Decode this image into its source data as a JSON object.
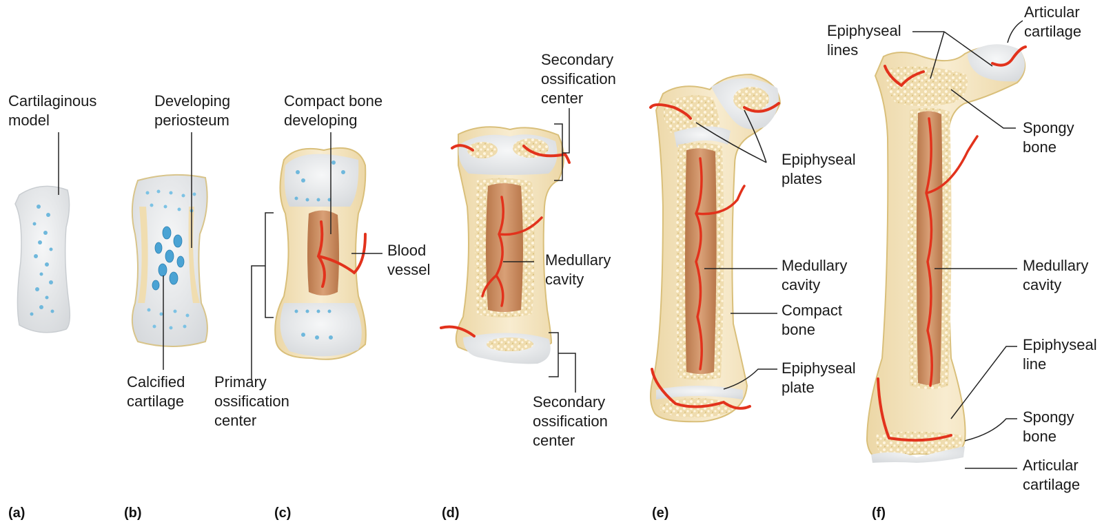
{
  "panels": {
    "a": {
      "letter": "(a)",
      "labels": {
        "cartilaginous_model": "Cartilaginous\nmodel"
      }
    },
    "b": {
      "letter": "(b)",
      "labels": {
        "developing_periosteum": "Developing\nperiosteum",
        "calcified_cartilage": "Calcified\ncartilage"
      }
    },
    "c": {
      "letter": "(c)",
      "labels": {
        "compact_bone_developing": "Compact bone\ndeveloping",
        "blood_vessel": "Blood\nvessel",
        "primary_ossification_center": "Primary\nossification\ncenter"
      }
    },
    "d": {
      "letter": "(d)",
      "labels": {
        "secondary_ossification_center_top": "Secondary\nossification\ncenter",
        "medullary_cavity": "Medullary\ncavity",
        "secondary_ossification_center_bottom": "Secondary\nossification\ncenter"
      }
    },
    "e": {
      "letter": "(e)",
      "labels": {
        "epiphyseal_plates": "Epiphyseal\nplates",
        "medullary_cavity": "Medullary\ncavity",
        "compact_bone": "Compact\nbone",
        "epiphyseal_plate": "Epiphyseal\nplate"
      }
    },
    "f": {
      "letter": "(f)",
      "labels": {
        "epiphyseal_lines": "Epiphyseal\nlines",
        "articular_cartilage_top": "Articular\ncartilage",
        "spongy_bone_top": "Spongy\nbone",
        "medullary_cavity": "Medullary\ncavity",
        "epiphyseal_line": "Epiphyseal\nline",
        "spongy_bone_bottom": "Spongy\nbone",
        "articular_cartilage_bottom": "Articular\ncartilage"
      }
    }
  },
  "colors": {
    "cartilage": "#e6e8ea",
    "bone": "#f3e3bf",
    "bone_edge": "#d9bf7a",
    "vessel": "#e2321c",
    "marrow": "#c88a5a",
    "cell": "#5fb2d9",
    "line": "#222222"
  }
}
